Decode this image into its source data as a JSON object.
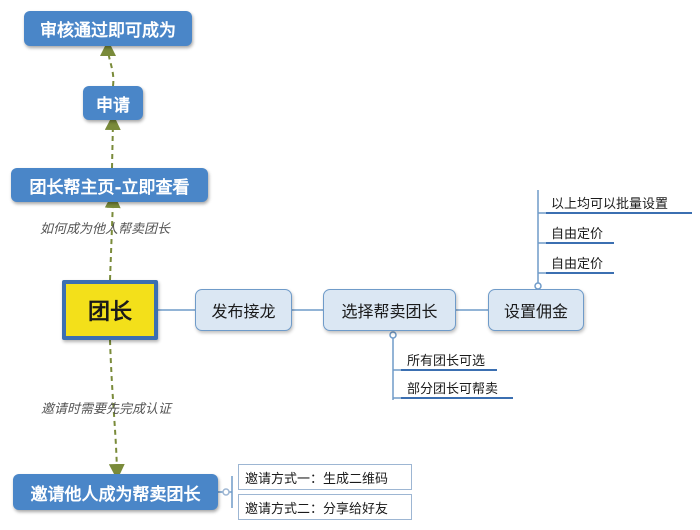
{
  "nodes": {
    "become": "审核通过即可成为",
    "apply": "申请",
    "homepage": "团长帮主页-立即查看",
    "root": "团长",
    "invite": "邀请他人成为帮卖团长",
    "publish": "发布接龙",
    "select": "选择帮卖团长",
    "commission": "设置佣金"
  },
  "edge_labels": {
    "how_to_become": "如何成为他人帮卖团长",
    "invite_requirement": "邀请时需要先完成认证"
  },
  "commission_options": [
    "以上均可以批量设置",
    "自由定价",
    "自由定价"
  ],
  "select_options": [
    "所有团长可选",
    "部分团长可帮卖"
  ],
  "invite_methods": [
    "邀请方式一：生成二维码",
    "邀请方式二：分享给好友"
  ],
  "colors": {
    "blue_node": "#4a86c8",
    "light_node": "#dbe7f3",
    "root_fill": "#f3e01a",
    "root_border": "#3b6fb1",
    "dashed_arrow": "#7a8b3a"
  }
}
